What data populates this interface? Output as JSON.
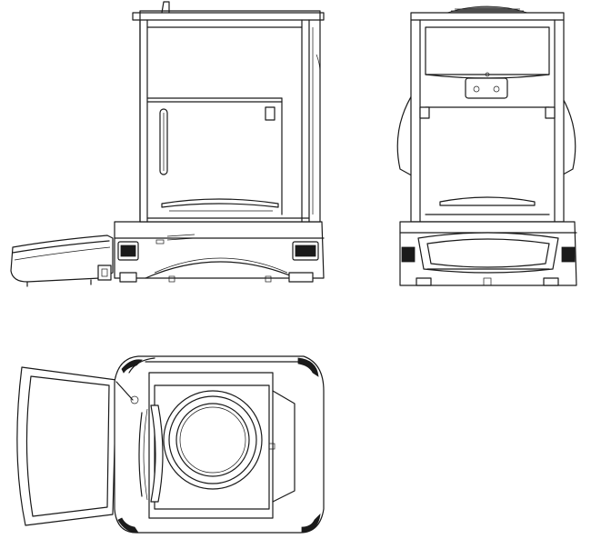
{
  "figure": {
    "views": [
      {
        "id": "side",
        "kind": "side elevation"
      },
      {
        "id": "front",
        "kind": "front elevation"
      },
      {
        "id": "top",
        "kind": "top plan"
      }
    ]
  }
}
